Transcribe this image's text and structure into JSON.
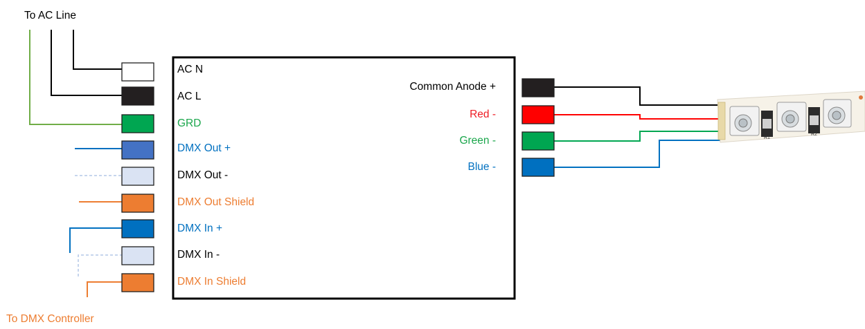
{
  "top_label": "To AC Line",
  "bottom_label": "To DMX Controller",
  "left_terminals": [
    {
      "label": "AC N",
      "color": "#000000",
      "fill": "#ffffff"
    },
    {
      "label": "AC L",
      "color": "#000000",
      "fill": "#231f20"
    },
    {
      "label": "GRD",
      "color": "#1aa64b",
      "fill": "#00a651"
    },
    {
      "label": "DMX Out +",
      "color": "#0070c0",
      "fill": "#4472c4"
    },
    {
      "label": "DMX Out -",
      "color": "#000000",
      "fill": "#dae3f3"
    },
    {
      "label": "DMX Out Shield",
      "color": "#ed7d31",
      "fill": "#ed7d31"
    },
    {
      "label": "DMX In +",
      "color": "#0070c0",
      "fill": "#0070c0"
    },
    {
      "label": "DMX In -",
      "color": "#000000",
      "fill": "#dae3f3"
    },
    {
      "label": "DMX In Shield",
      "color": "#ed7d31",
      "fill": "#ed7d31"
    }
  ],
  "right_terminals": [
    {
      "label": "Common Anode +",
      "color": "#000000",
      "fill": "#231f20"
    },
    {
      "label": "Red -",
      "color": "#ee1c24",
      "fill": "#ff0000"
    },
    {
      "label": "Green -",
      "color": "#1aa64b",
      "fill": "#00a651"
    },
    {
      "label": "Blue -",
      "color": "#0070c0",
      "fill": "#0070c0"
    }
  ],
  "strip": {
    "resistor_labels": [
      "R1",
      "R2"
    ]
  },
  "colors": {
    "black": "#000000",
    "red": "#ff0000",
    "green": "#00a651",
    "blue": "#0070c0",
    "orange": "#ed7d31",
    "light_blue": "#b4c7e7",
    "ground_green": "#70ad47"
  }
}
